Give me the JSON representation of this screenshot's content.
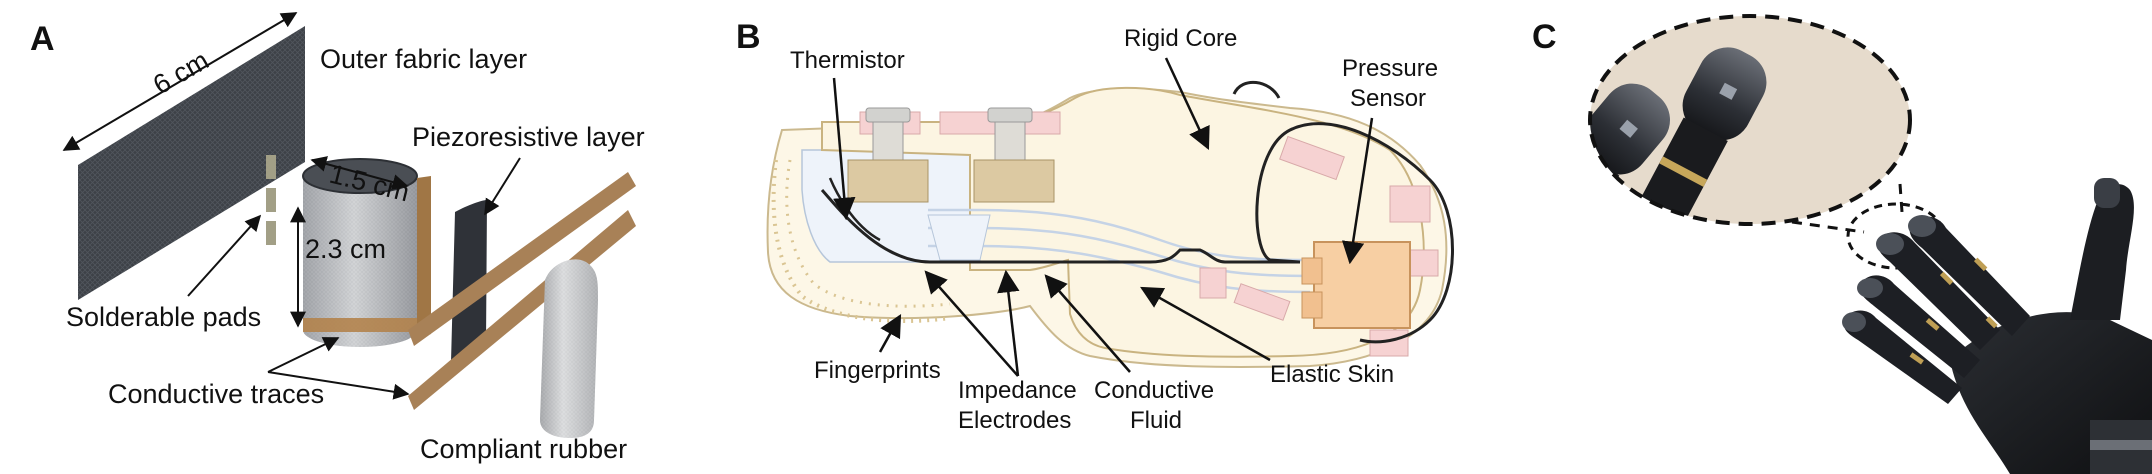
{
  "panel_a": {
    "letter": "A",
    "outer_fabric": "Outer fabric layer",
    "piezo": "Piezoresistive layer",
    "pads": "Solderable pads",
    "traces": "Conductive traces",
    "rubber": "Compliant rubber",
    "dim_width": "6 cm",
    "dim_diameter": "1.5 cm",
    "dim_height": "2.3 cm"
  },
  "panel_b": {
    "letter": "B",
    "thermistor": "Thermistor",
    "rigid_core": "Rigid Core",
    "pressure_1": "Pressure",
    "pressure_2": "Sensor",
    "fingerprints": "Fingerprints",
    "impedance_1": "Impedance",
    "impedance_2": "Electrodes",
    "fluid_1": "Conductive",
    "fluid_2": "Fluid",
    "skin": "Elastic Skin"
  },
  "panel_c": {
    "letter": "C"
  }
}
